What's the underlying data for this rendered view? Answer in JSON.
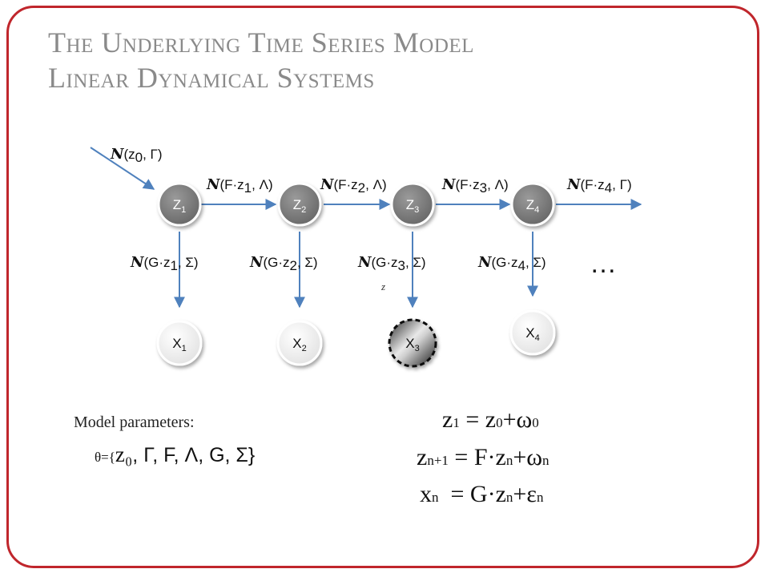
{
  "title": {
    "line1": "The Underlying Time Series Model",
    "line2": "Linear Dynamical Systems"
  },
  "diagram": {
    "init_label": {
      "cal": "N",
      "text": "(z",
      "sub": "0",
      "tail": ", Γ)"
    },
    "hidden_nodes": [
      {
        "label": "Z",
        "sub": "1"
      },
      {
        "label": "Z",
        "sub": "2"
      },
      {
        "label": "Z",
        "sub": "3"
      },
      {
        "label": "Z",
        "sub": "4"
      }
    ],
    "transition_labels": [
      {
        "cal": "N",
        "text": "(F·z",
        "sub": "1",
        "tail": ", Λ)"
      },
      {
        "cal": "N",
        "text": "(F·z",
        "sub": "2",
        "tail": ", Λ)"
      },
      {
        "cal": "N",
        "text": "(F·z",
        "sub": "3",
        "tail": ", Λ)"
      },
      {
        "cal": "N",
        "text": "(F·z",
        "sub": "4",
        "tail": ", Γ)"
      }
    ],
    "emission_labels": [
      {
        "cal": "N",
        "text": "(G·z",
        "sub": "1",
        "tail": ", Σ)"
      },
      {
        "cal": "N",
        "text": "(G·z",
        "sub": "2",
        "tail": ", Σ)"
      },
      {
        "cal": "N",
        "text": "(G·z",
        "sub": "3",
        "tail": ", Σ)"
      },
      {
        "cal": "N",
        "text": "(G·z",
        "sub": "4",
        "tail": ", Σ)"
      }
    ],
    "observed_nodes": [
      {
        "label": "X",
        "sub": "1",
        "missing": false
      },
      {
        "label": "X",
        "sub": "2",
        "missing": false
      },
      {
        "label": "X",
        "sub": "3",
        "missing": true
      },
      {
        "label": "X",
        "sub": "4",
        "missing": false
      }
    ],
    "stray_mark": "z",
    "ellipsis": "…",
    "colors": {
      "arrow": "#4f81bd",
      "hidden_node_fill": "#7f7f7f",
      "observed_node_fill": "#f2f2f2",
      "frame": "#c0262c",
      "title": "#8a8a8a"
    }
  },
  "params": {
    "label": "Model parameters:",
    "set_open": "θ={",
    "set_z0": "z₀",
    "set_rest": ", Γ, F, Λ, G, Σ}"
  },
  "equations": {
    "eq1": {
      "lhs": "z",
      "lhs_sub": "1",
      "op": " = ",
      "a": "z",
      "a_sub": "0",
      "plus": "+",
      "noise": "ω",
      "noise_sub": "0"
    },
    "eq2": {
      "lhs": "z",
      "lhs_sub": "n+1",
      "op": " = ",
      "a": "F·z",
      "a_sub": "n",
      "plus": "+",
      "noise": "ω",
      "noise_sub": "n"
    },
    "eq3": {
      "lhs": "x",
      "lhs_sub": "n",
      "op": "  = ",
      "a": "G·z",
      "a_sub": "n",
      "plus": "+",
      "noise": "ε",
      "noise_sub": "n"
    }
  }
}
